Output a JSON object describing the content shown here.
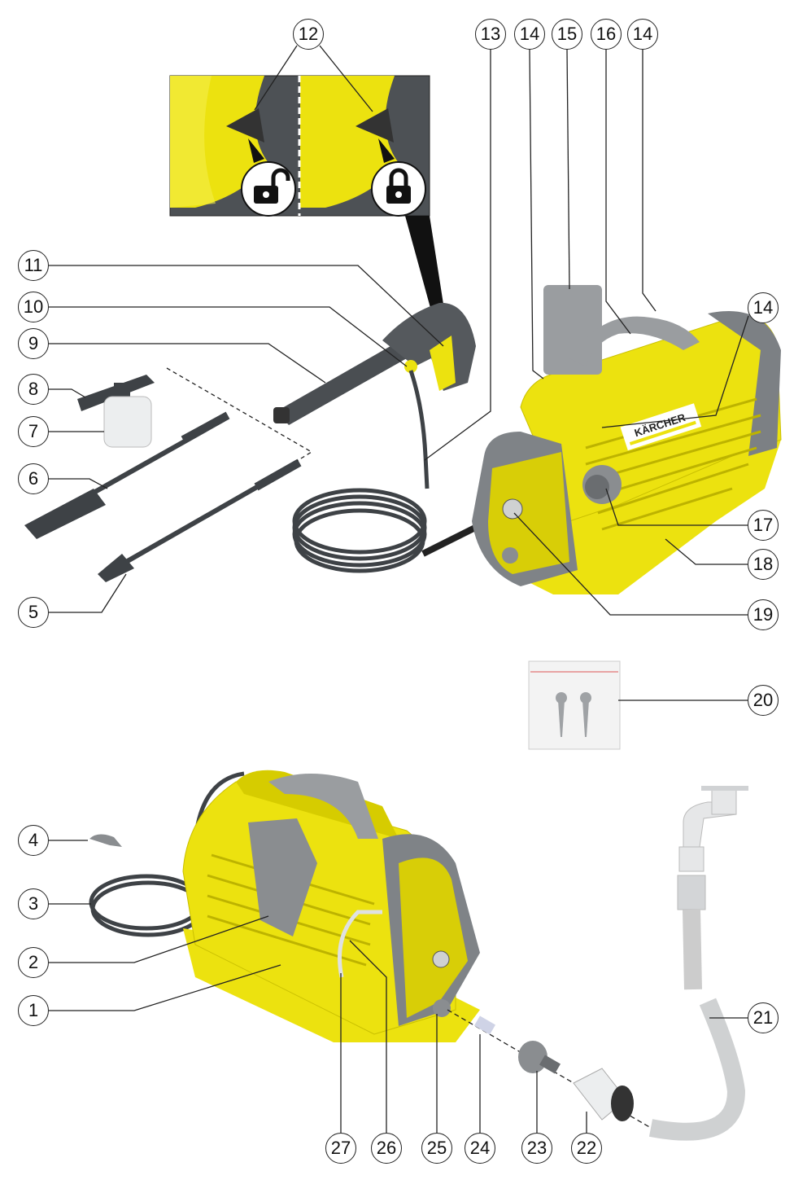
{
  "callouts": [
    "12",
    "13",
    "14",
    "15",
    "16",
    "14",
    "14",
    "11",
    "10",
    "9",
    "8",
    "7",
    "6",
    "5",
    "17",
    "18",
    "19",
    "20",
    "4",
    "3",
    "2",
    "1",
    "21",
    "27",
    "26",
    "25",
    "24",
    "23",
    "22"
  ],
  "logo": "KÄRCHER",
  "colors": {
    "yellow": "#ece20f",
    "dark_gray": "#555a5e",
    "mid_gray": "#8a8d90",
    "light_gray": "#cfd1d2",
    "line": "#222222"
  }
}
